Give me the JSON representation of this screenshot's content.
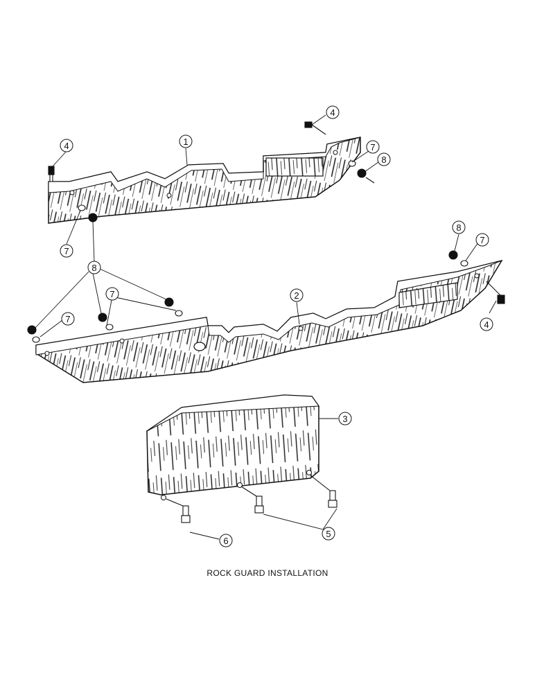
{
  "caption": "ROCK GUARD INSTALLATION",
  "callouts": {
    "c1": "1",
    "c2": "2",
    "c3": "3",
    "c4a": "4",
    "c4b": "4",
    "c4c": "4",
    "c5": "5",
    "c6": "6",
    "c7a": "7",
    "c7b": "7",
    "c7c": "7",
    "c7d": "7",
    "c7e": "7",
    "c8a": "8",
    "c8b": "8",
    "c8c": "8"
  }
}
